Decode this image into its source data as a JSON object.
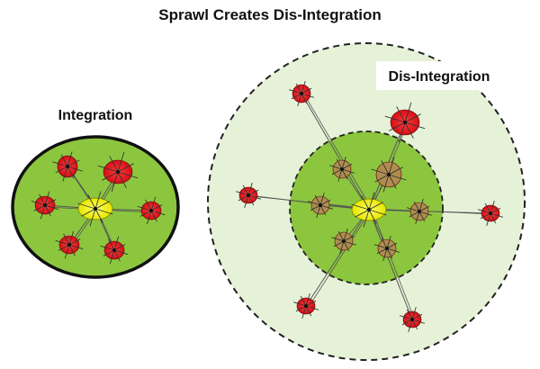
{
  "title": "Sprawl Creates Dis-Integration",
  "panels": {
    "left": {
      "label": "Integration"
    },
    "right": {
      "label": "Dis-Integration"
    }
  },
  "colors": {
    "core": "#f2f200",
    "node": "#e8141c",
    "muted_node": "#b08d4f",
    "green": "#8cc63f",
    "light_green": "#e6f2d8",
    "line": "#555555"
  }
}
